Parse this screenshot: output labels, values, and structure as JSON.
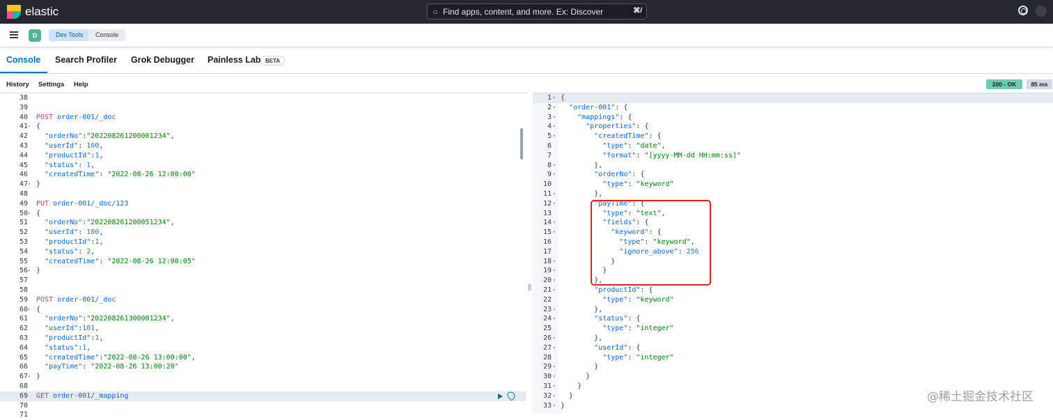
{
  "header": {
    "brand": "elastic",
    "search_placeholder": "Find apps, content, and more. Ex: Discover",
    "search_shortcut": "⌘/"
  },
  "breadcrumb": {
    "space": "D",
    "items": [
      "Dev Tools",
      "Console"
    ]
  },
  "tabs": {
    "console": "Console",
    "search_profiler": "Search Profiler",
    "grok_debugger": "Grok Debugger",
    "painless_lab": "Painless Lab",
    "beta": "BETA"
  },
  "menu": {
    "history": "History",
    "settings": "Settings",
    "help": "Help"
  },
  "response": {
    "status": "200 - OK",
    "time": "85 ms"
  },
  "left_editor": {
    "lines": [
      {
        "n": "38",
        "segs": []
      },
      {
        "n": "39",
        "segs": []
      },
      {
        "n": "40",
        "segs": [
          [
            "k-method",
            "POST "
          ],
          [
            "k-url",
            "order-001/_doc"
          ]
        ]
      },
      {
        "n": "41",
        "fold": true,
        "segs": [
          [
            "k-punct",
            "{"
          ]
        ]
      },
      {
        "n": "42",
        "segs": [
          [
            "k-punct",
            "  "
          ],
          [
            "k-key",
            "\"orderNo\""
          ],
          [
            "k-punct",
            ":"
          ],
          [
            "k-str",
            "\"202208261200001234\""
          ],
          [
            "k-punct",
            ","
          ]
        ]
      },
      {
        "n": "43",
        "segs": [
          [
            "k-punct",
            "  "
          ],
          [
            "k-key",
            "\"userId\""
          ],
          [
            "k-punct",
            ": "
          ],
          [
            "k-num",
            "100"
          ],
          [
            "k-punct",
            ","
          ]
        ]
      },
      {
        "n": "44",
        "segs": [
          [
            "k-punct",
            "  "
          ],
          [
            "k-key",
            "\"productId\""
          ],
          [
            "k-punct",
            ":"
          ],
          [
            "k-num",
            "1"
          ],
          [
            "k-punct",
            ","
          ]
        ]
      },
      {
        "n": "45",
        "segs": [
          [
            "k-punct",
            "  "
          ],
          [
            "k-key",
            "\"status\""
          ],
          [
            "k-punct",
            ": "
          ],
          [
            "k-num",
            "1"
          ],
          [
            "k-punct",
            ","
          ]
        ]
      },
      {
        "n": "46",
        "segs": [
          [
            "k-punct",
            "  "
          ],
          [
            "k-key",
            "\"createdTime\""
          ],
          [
            "k-punct",
            ": "
          ],
          [
            "k-str",
            "\"2022-08-26 12:00:00\""
          ]
        ]
      },
      {
        "n": "47",
        "fold": true,
        "segs": [
          [
            "k-punct",
            "}"
          ]
        ]
      },
      {
        "n": "48",
        "segs": []
      },
      {
        "n": "49",
        "segs": [
          [
            "k-method",
            "PUT "
          ],
          [
            "k-url",
            "order-001/_doc/123"
          ]
        ]
      },
      {
        "n": "50",
        "fold": true,
        "segs": [
          [
            "k-punct",
            "{"
          ]
        ]
      },
      {
        "n": "51",
        "segs": [
          [
            "k-punct",
            "  "
          ],
          [
            "k-key",
            "\"orderNo\""
          ],
          [
            "k-punct",
            ":"
          ],
          [
            "k-str",
            "\"202208261200051234\""
          ],
          [
            "k-punct",
            ","
          ]
        ]
      },
      {
        "n": "52",
        "segs": [
          [
            "k-punct",
            "  "
          ],
          [
            "k-key",
            "\"userId\""
          ],
          [
            "k-punct",
            ": "
          ],
          [
            "k-num",
            "100"
          ],
          [
            "k-punct",
            ","
          ]
        ]
      },
      {
        "n": "53",
        "segs": [
          [
            "k-punct",
            "  "
          ],
          [
            "k-key",
            "\"productId\""
          ],
          [
            "k-punct",
            ":"
          ],
          [
            "k-num",
            "1"
          ],
          [
            "k-punct",
            ","
          ]
        ]
      },
      {
        "n": "54",
        "segs": [
          [
            "k-punct",
            "  "
          ],
          [
            "k-key",
            "\"status\""
          ],
          [
            "k-punct",
            ": "
          ],
          [
            "k-num",
            "2"
          ],
          [
            "k-punct",
            ","
          ]
        ]
      },
      {
        "n": "55",
        "segs": [
          [
            "k-punct",
            "  "
          ],
          [
            "k-key",
            "\"createdTime\""
          ],
          [
            "k-punct",
            ": "
          ],
          [
            "k-str",
            "\"2022-08-26 12:00:05\""
          ]
        ]
      },
      {
        "n": "56",
        "fold": true,
        "segs": [
          [
            "k-punct",
            "}"
          ]
        ]
      },
      {
        "n": "57",
        "segs": []
      },
      {
        "n": "58",
        "segs": []
      },
      {
        "n": "59",
        "segs": [
          [
            "k-method",
            "POST "
          ],
          [
            "k-url",
            "order-001/_doc"
          ]
        ]
      },
      {
        "n": "60",
        "fold": true,
        "segs": [
          [
            "k-punct",
            "{"
          ]
        ]
      },
      {
        "n": "61",
        "segs": [
          [
            "k-punct",
            "  "
          ],
          [
            "k-key",
            "\"orderNo\""
          ],
          [
            "k-punct",
            ":"
          ],
          [
            "k-str",
            "\"202208261300001234\""
          ],
          [
            "k-punct",
            ","
          ]
        ]
      },
      {
        "n": "62",
        "segs": [
          [
            "k-punct",
            "  "
          ],
          [
            "k-key",
            "\"userId\""
          ],
          [
            "k-punct",
            ":"
          ],
          [
            "k-num",
            "101"
          ],
          [
            "k-punct",
            ","
          ]
        ]
      },
      {
        "n": "63",
        "segs": [
          [
            "k-punct",
            "  "
          ],
          [
            "k-key",
            "\"productId\""
          ],
          [
            "k-punct",
            ":"
          ],
          [
            "k-num",
            "1"
          ],
          [
            "k-punct",
            ","
          ]
        ]
      },
      {
        "n": "64",
        "segs": [
          [
            "k-punct",
            "  "
          ],
          [
            "k-key",
            "\"status\""
          ],
          [
            "k-punct",
            ":"
          ],
          [
            "k-num",
            "1"
          ],
          [
            "k-punct",
            ","
          ]
        ]
      },
      {
        "n": "65",
        "segs": [
          [
            "k-punct",
            "  "
          ],
          [
            "k-key",
            "\"createdTime\""
          ],
          [
            "k-punct",
            ":"
          ],
          [
            "k-str",
            "\"2022-08-26 13:00:00\""
          ],
          [
            "k-punct",
            ","
          ]
        ]
      },
      {
        "n": "66",
        "segs": [
          [
            "k-punct",
            "  "
          ],
          [
            "k-key",
            "\"payTime\""
          ],
          [
            "k-punct",
            ": "
          ],
          [
            "k-str",
            "\"2022-08-26 13:00:20\""
          ]
        ]
      },
      {
        "n": "67",
        "fold": true,
        "segs": [
          [
            "k-punct",
            "}"
          ]
        ]
      },
      {
        "n": "68",
        "segs": []
      },
      {
        "n": "69",
        "active": true,
        "segs": [
          [
            "k-method",
            "GET "
          ],
          [
            "k-url",
            "order-001/_mapping"
          ]
        ]
      },
      {
        "n": "70",
        "segs": []
      },
      {
        "n": "71",
        "segs": []
      }
    ]
  },
  "right_editor": {
    "lines": [
      {
        "n": "1",
        "fold": true,
        "active": true,
        "segs": [
          [
            "k-punct",
            "{"
          ]
        ]
      },
      {
        "n": "2",
        "fold": true,
        "segs": [
          [
            "k-punct",
            "  "
          ],
          [
            "k-key",
            "\"order-001\""
          ],
          [
            "k-punct",
            ": {"
          ]
        ]
      },
      {
        "n": "3",
        "fold": true,
        "segs": [
          [
            "k-punct",
            "    "
          ],
          [
            "k-key",
            "\"mappings\""
          ],
          [
            "k-punct",
            ": {"
          ]
        ]
      },
      {
        "n": "4",
        "fold": true,
        "segs": [
          [
            "k-punct",
            "      "
          ],
          [
            "k-key",
            "\"properties\""
          ],
          [
            "k-punct",
            ": {"
          ]
        ]
      },
      {
        "n": "5",
        "fold": true,
        "segs": [
          [
            "k-punct",
            "        "
          ],
          [
            "k-key",
            "\"createdTime\""
          ],
          [
            "k-punct",
            ": {"
          ]
        ]
      },
      {
        "n": "6",
        "segs": [
          [
            "k-punct",
            "          "
          ],
          [
            "k-key",
            "\"type\""
          ],
          [
            "k-punct",
            ": "
          ],
          [
            "k-str",
            "\"date\""
          ],
          [
            "k-punct",
            ","
          ]
        ]
      },
      {
        "n": "7",
        "segs": [
          [
            "k-punct",
            "          "
          ],
          [
            "k-key",
            "\"format\""
          ],
          [
            "k-punct",
            ": "
          ],
          [
            "k-str",
            "\"[yyyy-MM-dd HH:mm:ss]\""
          ]
        ]
      },
      {
        "n": "8",
        "fold": true,
        "segs": [
          [
            "k-punct",
            "        },"
          ]
        ]
      },
      {
        "n": "9",
        "fold": true,
        "segs": [
          [
            "k-punct",
            "        "
          ],
          [
            "k-key",
            "\"orderNo\""
          ],
          [
            "k-punct",
            ": {"
          ]
        ]
      },
      {
        "n": "10",
        "segs": [
          [
            "k-punct",
            "          "
          ],
          [
            "k-key",
            "\"type\""
          ],
          [
            "k-punct",
            ": "
          ],
          [
            "k-str",
            "\"keyword\""
          ]
        ]
      },
      {
        "n": "11",
        "fold": true,
        "segs": [
          [
            "k-punct",
            "        },"
          ]
        ]
      },
      {
        "n": "12",
        "fold": true,
        "segs": [
          [
            "k-punct",
            "        "
          ],
          [
            "k-key",
            "\"payTime\""
          ],
          [
            "k-punct",
            ": {"
          ]
        ]
      },
      {
        "n": "13",
        "segs": [
          [
            "k-punct",
            "          "
          ],
          [
            "k-key",
            "\"type\""
          ],
          [
            "k-punct",
            ": "
          ],
          [
            "k-str",
            "\"text\""
          ],
          [
            "k-punct",
            ","
          ]
        ]
      },
      {
        "n": "14",
        "fold": true,
        "segs": [
          [
            "k-punct",
            "          "
          ],
          [
            "k-key",
            "\"fields\""
          ],
          [
            "k-punct",
            ": {"
          ]
        ]
      },
      {
        "n": "15",
        "fold": true,
        "segs": [
          [
            "k-punct",
            "            "
          ],
          [
            "k-key",
            "\"keyword\""
          ],
          [
            "k-punct",
            ": {"
          ]
        ]
      },
      {
        "n": "16",
        "segs": [
          [
            "k-punct",
            "              "
          ],
          [
            "k-key",
            "\"type\""
          ],
          [
            "k-punct",
            ": "
          ],
          [
            "k-str",
            "\"keyword\""
          ],
          [
            "k-punct",
            ","
          ]
        ]
      },
      {
        "n": "17",
        "segs": [
          [
            "k-punct",
            "              "
          ],
          [
            "k-key",
            "\"ignore_above\""
          ],
          [
            "k-punct",
            ": "
          ],
          [
            "k-num",
            "256"
          ]
        ]
      },
      {
        "n": "18",
        "fold": true,
        "segs": [
          [
            "k-punct",
            "            }"
          ]
        ]
      },
      {
        "n": "19",
        "fold": true,
        "segs": [
          [
            "k-punct",
            "          }"
          ]
        ]
      },
      {
        "n": "20",
        "fold": true,
        "segs": [
          [
            "k-punct",
            "        },"
          ]
        ]
      },
      {
        "n": "21",
        "fold": true,
        "segs": [
          [
            "k-punct",
            "        "
          ],
          [
            "k-key",
            "\"productId\""
          ],
          [
            "k-punct",
            ": {"
          ]
        ]
      },
      {
        "n": "22",
        "segs": [
          [
            "k-punct",
            "          "
          ],
          [
            "k-key",
            "\"type\""
          ],
          [
            "k-punct",
            ": "
          ],
          [
            "k-str",
            "\"keyword\""
          ]
        ]
      },
      {
        "n": "23",
        "fold": true,
        "segs": [
          [
            "k-punct",
            "        },"
          ]
        ]
      },
      {
        "n": "24",
        "fold": true,
        "segs": [
          [
            "k-punct",
            "        "
          ],
          [
            "k-key",
            "\"status\""
          ],
          [
            "k-punct",
            ": {"
          ]
        ]
      },
      {
        "n": "25",
        "segs": [
          [
            "k-punct",
            "          "
          ],
          [
            "k-key",
            "\"type\""
          ],
          [
            "k-punct",
            ": "
          ],
          [
            "k-str",
            "\"integer\""
          ]
        ]
      },
      {
        "n": "26",
        "fold": true,
        "segs": [
          [
            "k-punct",
            "        },"
          ]
        ]
      },
      {
        "n": "27",
        "fold": true,
        "segs": [
          [
            "k-punct",
            "        "
          ],
          [
            "k-key",
            "\"userId\""
          ],
          [
            "k-punct",
            ": {"
          ]
        ]
      },
      {
        "n": "28",
        "segs": [
          [
            "k-punct",
            "          "
          ],
          [
            "k-key",
            "\"type\""
          ],
          [
            "k-punct",
            ": "
          ],
          [
            "k-str",
            "\"integer\""
          ]
        ]
      },
      {
        "n": "29",
        "fold": true,
        "segs": [
          [
            "k-punct",
            "        }"
          ]
        ]
      },
      {
        "n": "30",
        "fold": true,
        "segs": [
          [
            "k-punct",
            "      }"
          ]
        ]
      },
      {
        "n": "31",
        "fold": true,
        "segs": [
          [
            "k-punct",
            "    }"
          ]
        ]
      },
      {
        "n": "32",
        "fold": true,
        "segs": [
          [
            "k-punct",
            "  }"
          ]
        ]
      },
      {
        "n": "33",
        "fold": true,
        "segs": [
          [
            "k-punct",
            "}"
          ]
        ]
      }
    ]
  },
  "watermark": "@稀土掘金技术社区"
}
